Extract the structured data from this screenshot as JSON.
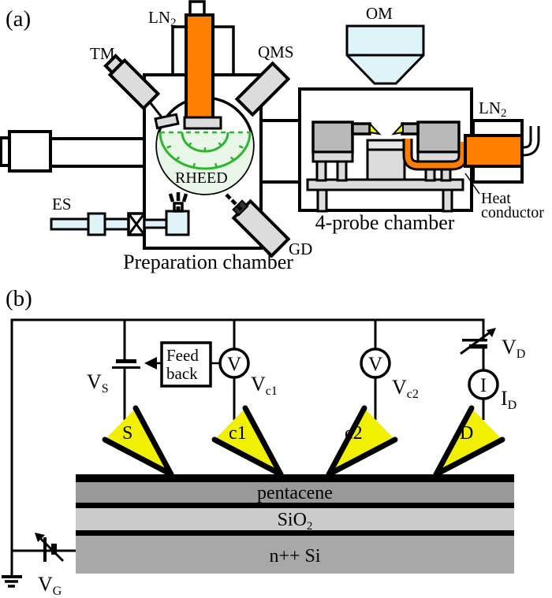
{
  "a": {
    "panel_label": "(a)",
    "ln2_main": "LN",
    "ln2_sub": "2",
    "tm": "TM",
    "qms": "QMS",
    "om": "OM",
    "es": "ES",
    "gd": "GD",
    "rheed": "RHEED",
    "ln2_right_main": "LN",
    "ln2_right_sub": "2",
    "heat_line1": "Heat",
    "heat_line2": "conductor",
    "prep_chamber": "Preparation chamber",
    "four_probe_chamber": "4-probe chamber"
  },
  "b": {
    "panel_label": "(b)",
    "feedback_line1": "Feed",
    "feedback_line2": "back",
    "voltmeter_glyph": "V",
    "ammeter_glyph": "I",
    "vs_main": "V",
    "vs_sub": "S",
    "vc1_main": "V",
    "vc1_sub": "c1",
    "vc2_main": "V",
    "vc2_sub": "c2",
    "vd_main": "V",
    "vd_sub": "D",
    "id_main": "I",
    "id_sub": "D",
    "vg_main": "V",
    "vg_sub": "G",
    "probe_s": "S",
    "probe_c1": "c1",
    "probe_c2": "c2",
    "probe_d": "D",
    "layer_pentacene": "pentacene",
    "layer_sio2_main": "SiO",
    "layer_sio2_sub": "2",
    "layer_nsi": "n++ Si"
  },
  "colors": {
    "orange": "#FF7E00",
    "yellow": "#F0F000",
    "green": "#2DB52D",
    "pale-green": "#E9F7E9",
    "pale-cyan": "#DFF4F8",
    "block-gray": "#B9B9B9",
    "lite-gray": "#DCDCDC",
    "pentacene-gray": "#999999",
    "sio2-gray": "#CBCBCB",
    "nsi-gray": "#A8A8A8"
  }
}
